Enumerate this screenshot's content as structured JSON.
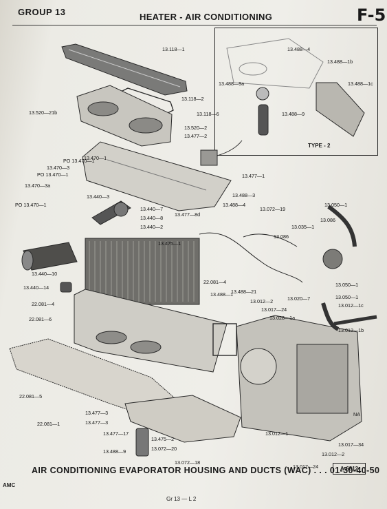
{
  "header": {
    "group": "GROUP 13",
    "title": "HEATER - AIR CONDITIONING",
    "page_code": "F-5"
  },
  "inset": {
    "caption": "TYPE - 2"
  },
  "caption": "AIR CONDITIONING EVAPORATOR HOUSING AND DUCTS (WAC) . . . 01-30-40-50",
  "figure_ref": "A-6812",
  "footer": {
    "brand": "AMC",
    "page": "Gr 13 — L 2"
  },
  "part_labels": [
    "13.118—1",
    "13.118—2",
    "13.520—21b",
    "13.118—6",
    "13.520—2",
    "13.477—2",
    "13.477—1",
    "13.488—3",
    "13.488—4",
    "13.470—1",
    "PO 13.470—1",
    "13.470—3",
    "PO 13.470—1",
    "13.470—3a",
    "PO 13.470—1",
    "13.440—3",
    "13.440—7",
    "13.440—8",
    "13.440—2",
    "13.477—8d",
    "13.072—19",
    "13.050—1",
    "13.086",
    "13.035—1",
    "13.086",
    "13.475—1",
    "13.440—10",
    "13.440—14",
    "22.081—4",
    "13.488—1",
    "13.488—21",
    "13.012—2",
    "13.017—24",
    "13.028—1a",
    "13.020—7",
    "13.050—1",
    "13.050—1",
    "13.012—1c",
    "13.012—1b",
    "22.081—4",
    "22.081—6",
    "22.081—5",
    "22.081—1",
    "13.477—3",
    "13.477—3",
    "13.477—17",
    "13.475—2",
    "13.072—20",
    "13.488—9",
    "13.072—18",
    "13.012—1",
    "NA",
    "13.017—34",
    "13.012—2",
    "13.017—24",
    "13.488—4",
    "13.488—1b",
    "13.488—1c",
    "13.488—9a",
    "13.488—9"
  ]
}
